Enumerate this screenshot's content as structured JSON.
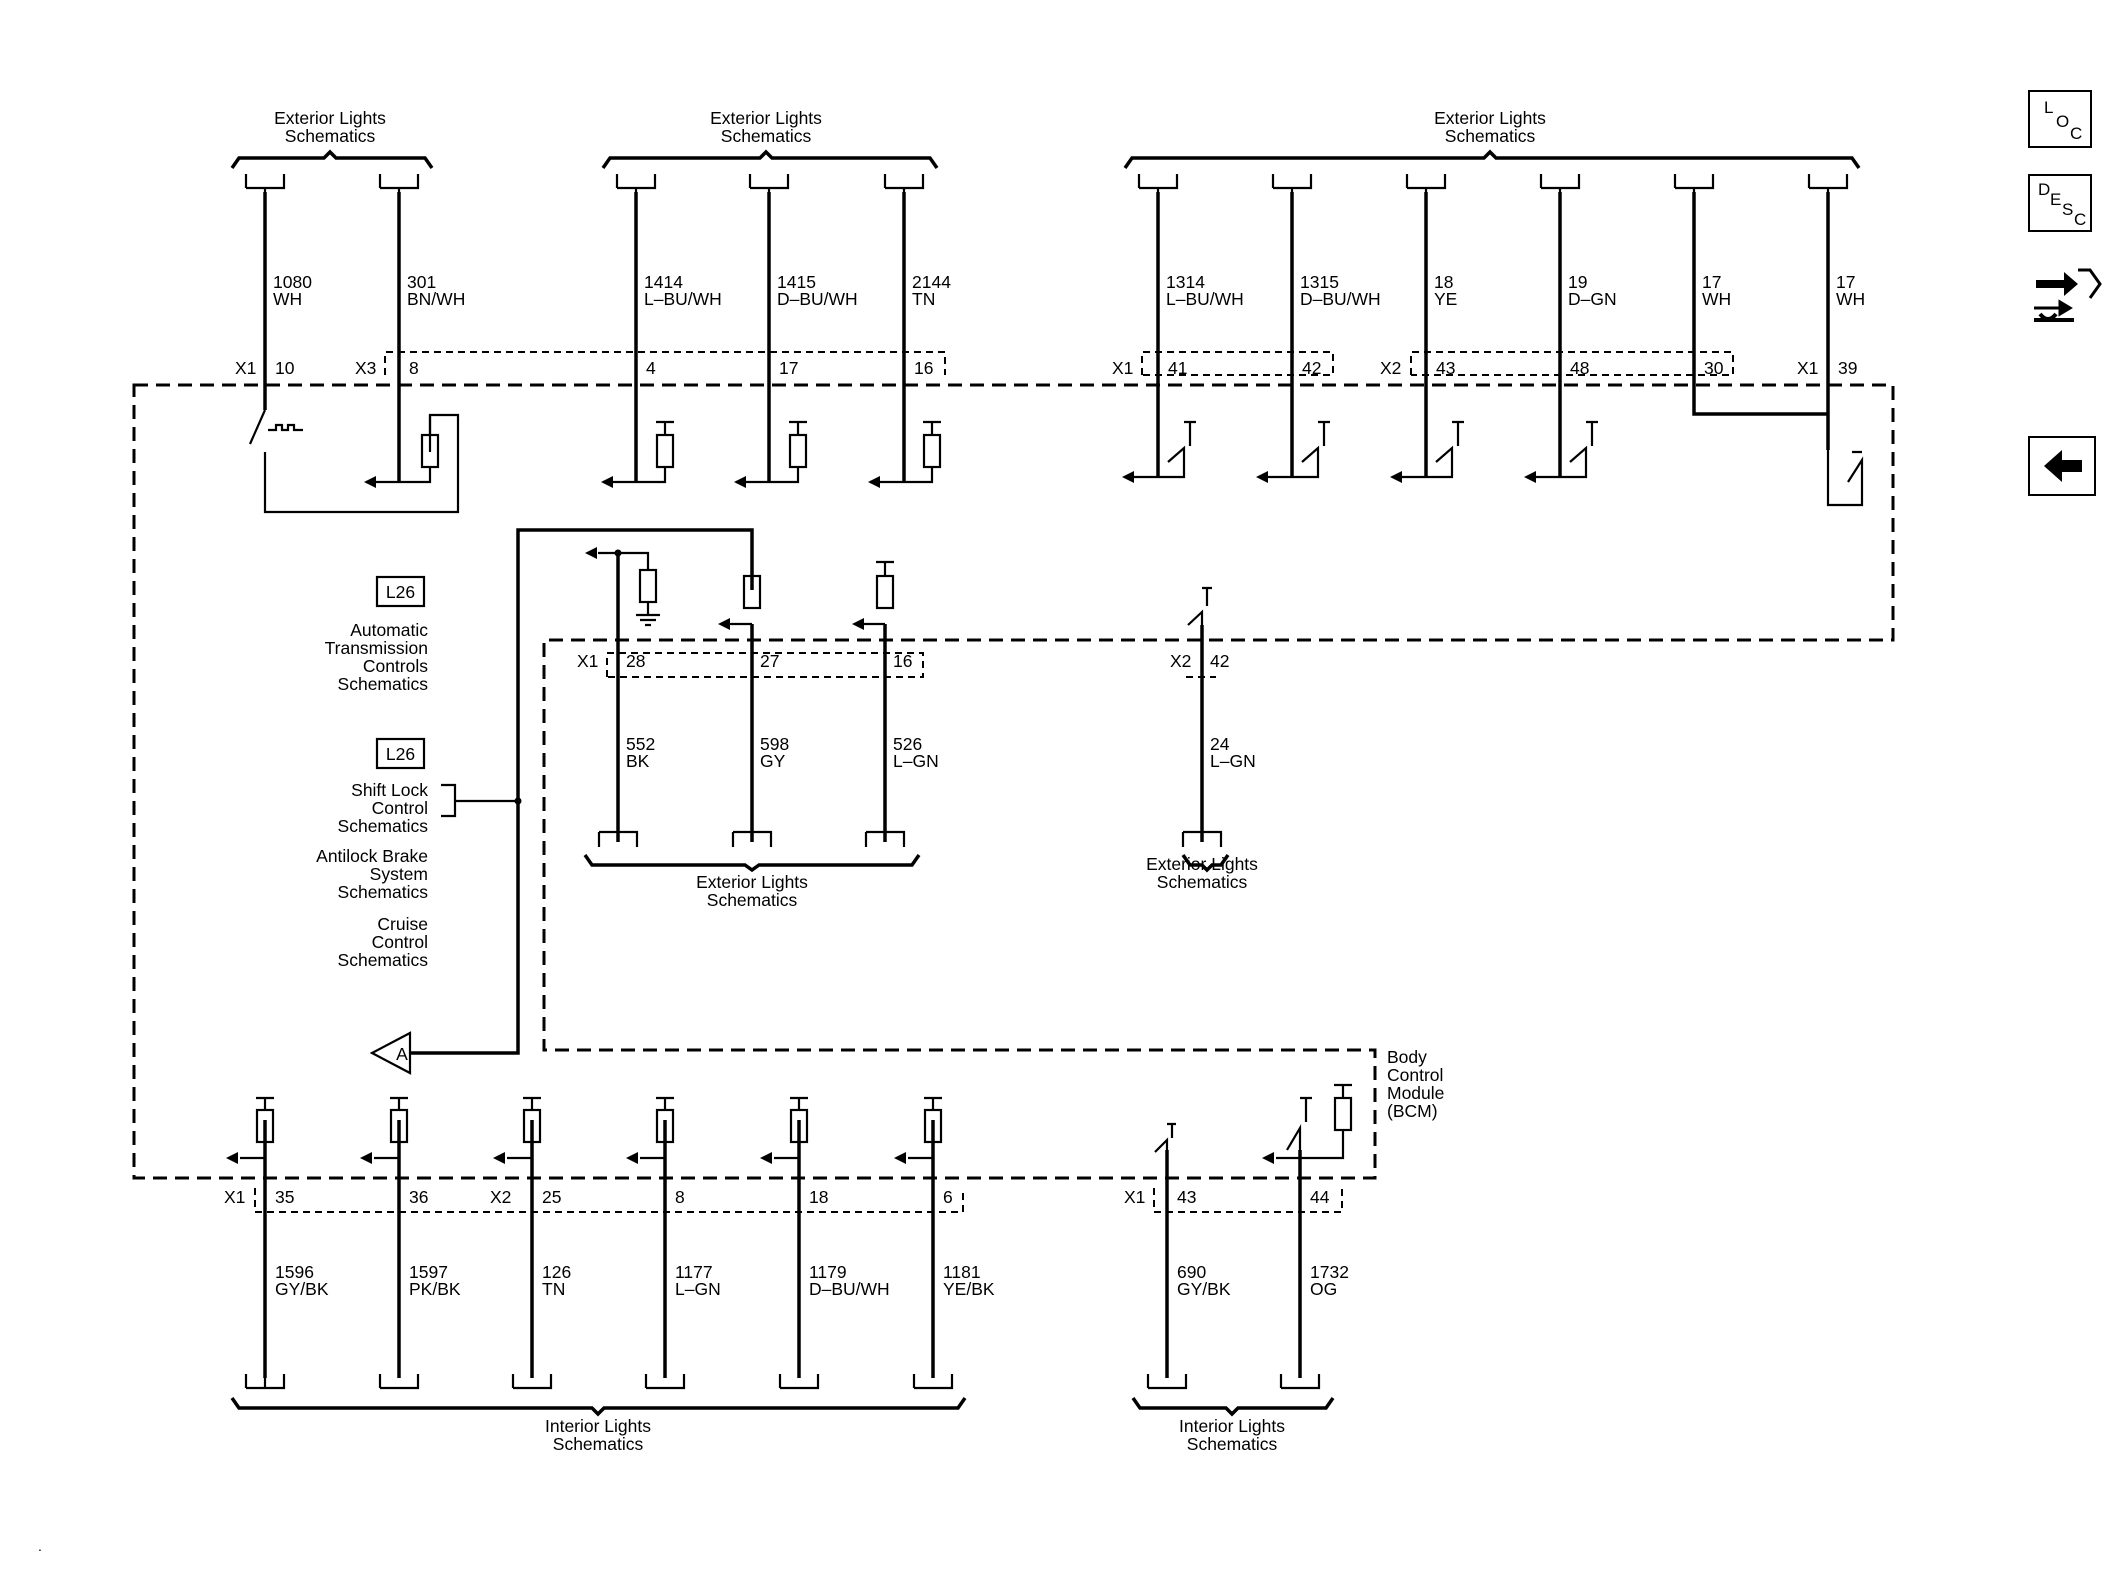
{
  "groups": {
    "ext_a": [
      "Exterior Lights",
      "Schematics"
    ],
    "ext_b": [
      "Exterior Lights",
      "Schematics"
    ],
    "ext_c": [
      "Exterior Lights",
      "Schematics"
    ],
    "ext_d": [
      "Exterior Lights",
      "Schematics"
    ],
    "ext_e": [
      "Exterior Lights",
      "Schematics"
    ],
    "int_a": [
      "Interior Lights",
      "Schematics"
    ],
    "int_b": [
      "Interior Lights",
      "Schematics"
    ]
  },
  "top_wires": [
    {
      "circuit": "1080",
      "color": "WH",
      "conn": "X1",
      "pin": "10"
    },
    {
      "circuit": "301",
      "color": "BN/WH",
      "conn": "X3",
      "pin": "8"
    },
    {
      "circuit": "1414",
      "color": "L–BU/WH",
      "conn": "",
      "pin": "4"
    },
    {
      "circuit": "1415",
      "color": "D–BU/WH",
      "conn": "",
      "pin": "17"
    },
    {
      "circuit": "2144",
      "color": "TN",
      "conn": "",
      "pin": "16"
    },
    {
      "circuit": "1314",
      "color": "L–BU/WH",
      "conn": "X1",
      "pin": "41"
    },
    {
      "circuit": "1315",
      "color": "D–BU/WH",
      "conn": "",
      "pin": "42"
    },
    {
      "circuit": "18",
      "color": "YE",
      "conn": "X2",
      "pin": "43"
    },
    {
      "circuit": "19",
      "color": "D–GN",
      "conn": "",
      "pin": "48"
    },
    {
      "circuit": "17",
      "color": "WH",
      "conn": "",
      "pin": "30"
    },
    {
      "circuit": "17",
      "color": "WH",
      "conn": "X1",
      "pin": "39"
    }
  ],
  "mid_wires": [
    {
      "circuit": "552",
      "color": "BK",
      "conn": "X1",
      "pin": "28"
    },
    {
      "circuit": "598",
      "color": "GY",
      "conn": "",
      "pin": "27"
    },
    {
      "circuit": "526",
      "color": "L–GN",
      "conn": "",
      "pin": "16"
    },
    {
      "circuit": "24",
      "color": "L–GN",
      "conn": "X2",
      "pin": "42"
    }
  ],
  "bottom_wires": [
    {
      "circuit": "1596",
      "color": "GY/BK",
      "conn": "X1",
      "pin": "35"
    },
    {
      "circuit": "1597",
      "color": "PK/BK",
      "conn": "",
      "pin": "36"
    },
    {
      "circuit": "126",
      "color": "TN",
      "conn": "X2",
      "pin": "25"
    },
    {
      "circuit": "1177",
      "color": "L–GN",
      "conn": "",
      "pin": "8"
    },
    {
      "circuit": "1179",
      "color": "D–BU/WH",
      "conn": "",
      "pin": "18"
    },
    {
      "circuit": "1181",
      "color": "YE/BK",
      "conn": "",
      "pin": "6"
    },
    {
      "circuit": "690",
      "color": "GY/BK",
      "conn": "X1",
      "pin": "43"
    },
    {
      "circuit": "1732",
      "color": "OG",
      "conn": "",
      "pin": "44"
    }
  ],
  "refs": {
    "option_code_1": "L26",
    "option_code_2": "L26",
    "atc": [
      "Automatic",
      "Transmission",
      "Controls",
      "Schematics"
    ],
    "shift_lock": [
      "Shift Lock",
      "Control",
      "Schematics"
    ],
    "abs": [
      "Antilock Brake",
      "System",
      "Schematics"
    ],
    "cruise": [
      "Cruise",
      "Control",
      "Schematics"
    ],
    "offpage": "A"
  },
  "module": [
    "Body",
    "Control",
    "Module",
    "(BCM)"
  ],
  "nav": {
    "loc": [
      "L",
      "O",
      "C"
    ],
    "desc": [
      "D",
      "E",
      "S",
      "C"
    ],
    "connector_icon": "connector-end-view-icon",
    "back_icon": "back-arrow-icon"
  }
}
